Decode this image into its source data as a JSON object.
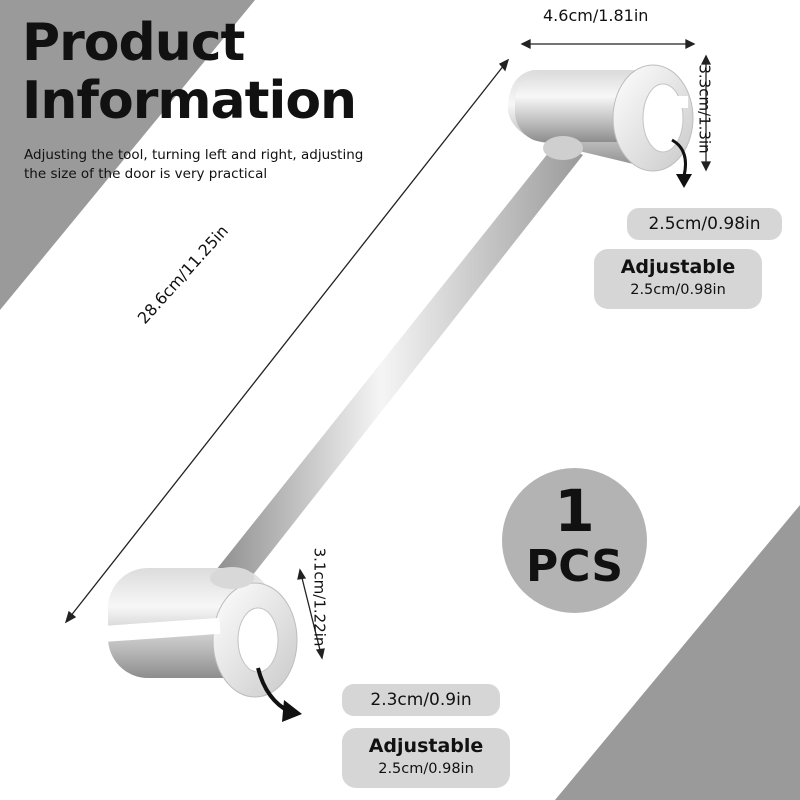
{
  "header": {
    "title_line1": "Product",
    "title_line2": "Information",
    "subtitle": "Adjusting the tool, turning left and right, adjusting the size of the door is very practical"
  },
  "dimensions": {
    "overall_length": "28.6cm/11.25in",
    "top_width": "4.6cm/1.81in",
    "top_height": "3.3cm/1.3in",
    "bottom_height": "3.1cm/1.22in"
  },
  "top_end": {
    "size_label": "2.5cm/0.98in",
    "adjustable_title": "Adjustable",
    "adjustable_size": "2.5cm/0.98in"
  },
  "bottom_end": {
    "size_label": "2.3cm/0.9in",
    "adjustable_title": "Adjustable",
    "adjustable_size": "2.5cm/0.98in"
  },
  "quantity_badge": {
    "number": "1",
    "unit": "PCS"
  },
  "colors": {
    "band": "#9a9a9a",
    "pill": "#d6d6d6",
    "badge": "#b3b3b3",
    "metal_light": "#f2f2f2",
    "metal_dark": "#9c9c9c"
  }
}
